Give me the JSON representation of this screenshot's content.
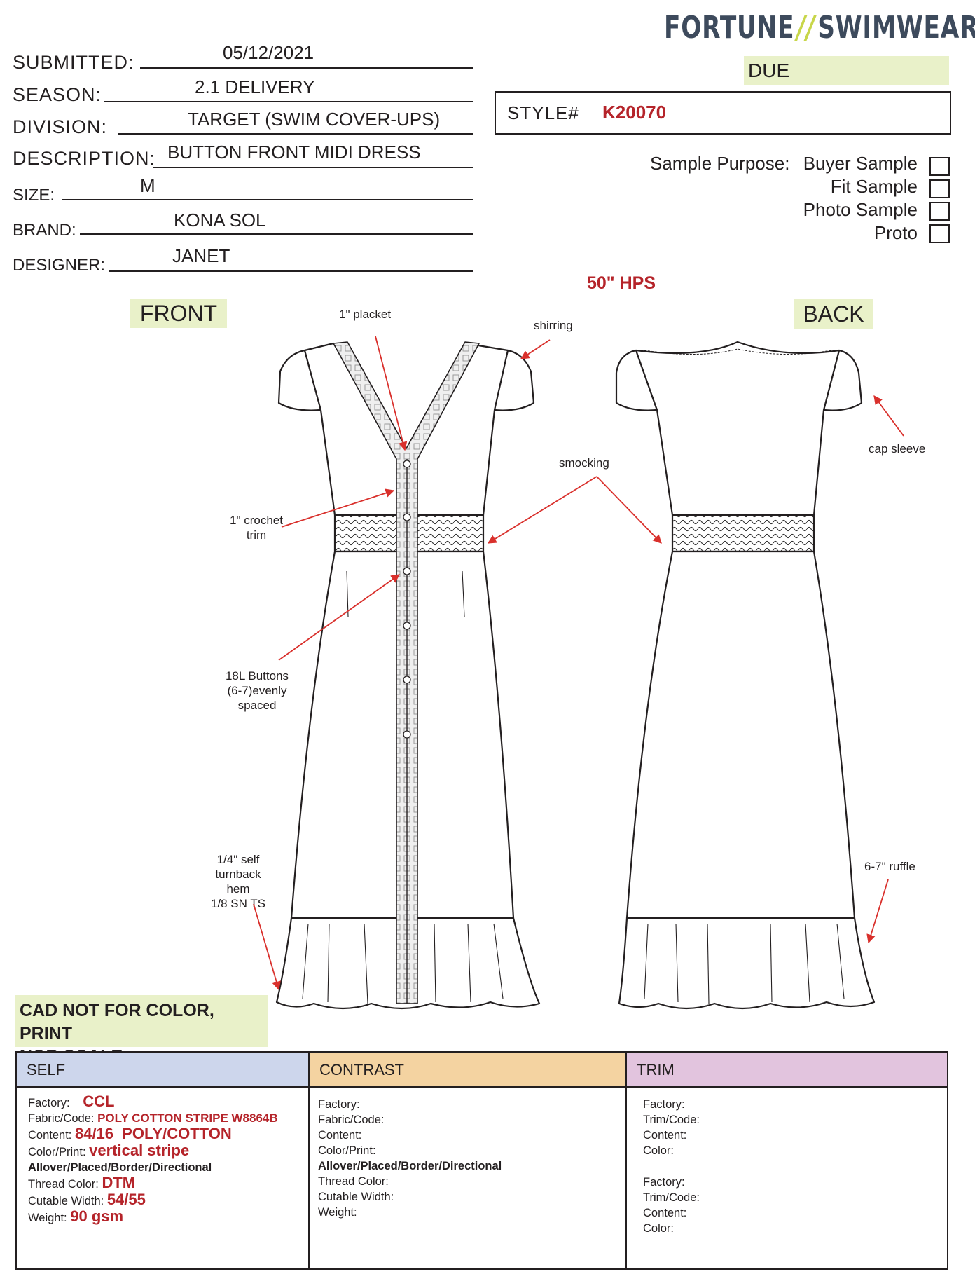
{
  "header": {
    "logo_left": "FORTUNE",
    "logo_sep": "//",
    "logo_right": "SWIMWEAR",
    "due_label": "DUE",
    "style_label": "STYLE#",
    "style_value": "K20070"
  },
  "form": {
    "submitted_label": "SUBMITTED:",
    "submitted_value": "05/12/2021",
    "season_label": "SEASON:",
    "season_value": "2.1 DELIVERY",
    "division_label": "DIVISION:",
    "division_value": "TARGET (SWIM COVER-UPS)",
    "description_label": "DESCRIPTION:",
    "description_value": "BUTTON FRONT MIDI DRESS",
    "size_label": "SIZE:",
    "size_value": "M",
    "brand_label": "BRAND:",
    "brand_value": "KONA SOL",
    "designer_label": "DESIGNER:",
    "designer_value": "JANET"
  },
  "sample_purpose": {
    "label": "Sample Purpose:",
    "options": [
      "Buyer Sample",
      "Fit Sample",
      "Photo Sample",
      "Proto"
    ]
  },
  "sketch": {
    "length_note": "50\" HPS",
    "front_label": "FRONT",
    "back_label": "BACK",
    "callouts": {
      "placket": "1\" placket",
      "shirring": "shirring",
      "cap_sleeve": "cap sleeve",
      "smocking": "smocking",
      "crochet_1": "1\" crochet",
      "crochet_2": "trim",
      "buttons_1": "18L Buttons",
      "buttons_2": "(6-7)evenly",
      "buttons_3": "spaced",
      "hem_1": "1/4\" self",
      "hem_2": "turnback",
      "hem_3": "hem",
      "hem_4": "1/8 SN TS",
      "ruffle": "6-7\" ruffle"
    },
    "disclaimer_1": "CAD NOT FOR COLOR, PRINT",
    "disclaimer_2": "NOR SCALE"
  },
  "table": {
    "self": {
      "title": "SELF",
      "factory_label": "Factory:",
      "factory_value": "CCL",
      "fabric_label": "Fabric/Code:",
      "fabric_value": "POLY COTTON STRIPE W8864B",
      "content_label": "Content:",
      "content_value": "84/16  POLY/COTTON",
      "color_label": "Color/Print:",
      "color_value": "vertical stripe",
      "placement": "Allover/Placed/Border/Directional",
      "thread_label": "Thread Color:",
      "thread_value": "DTM",
      "width_label": "Cutable Width:",
      "width_value": "54/55",
      "weight_label": "Weight:",
      "weight_value": "90 gsm"
    },
    "contrast": {
      "title": "CONTRAST",
      "factory_label": "Factory:",
      "fabric_label": "Fabric/Code:",
      "content_label": "Content:",
      "color_label": "Color/Print:",
      "placement": "Allover/Placed/Border/Directional",
      "thread_label": "Thread Color:",
      "width_label": "Cutable Width:",
      "weight_label": "Weight:"
    },
    "trim": {
      "title": "TRIM",
      "factory_label": "Factory:",
      "code_label": "Trim/Code:",
      "content_label": "Content:",
      "color_label": "Color:",
      "factory2_label": "Factory:",
      "code2_label": "Trim/Code:",
      "content2_label": "Content:",
      "color2_label": "Color:"
    }
  },
  "colors": {
    "highlight": "#e9f1c9",
    "accent_red": "#b5242a",
    "self_header": "#cdd6ec",
    "contrast_header": "#f4d3a1",
    "trim_header": "#e2c4de",
    "logo_green": "#c8d64a"
  }
}
